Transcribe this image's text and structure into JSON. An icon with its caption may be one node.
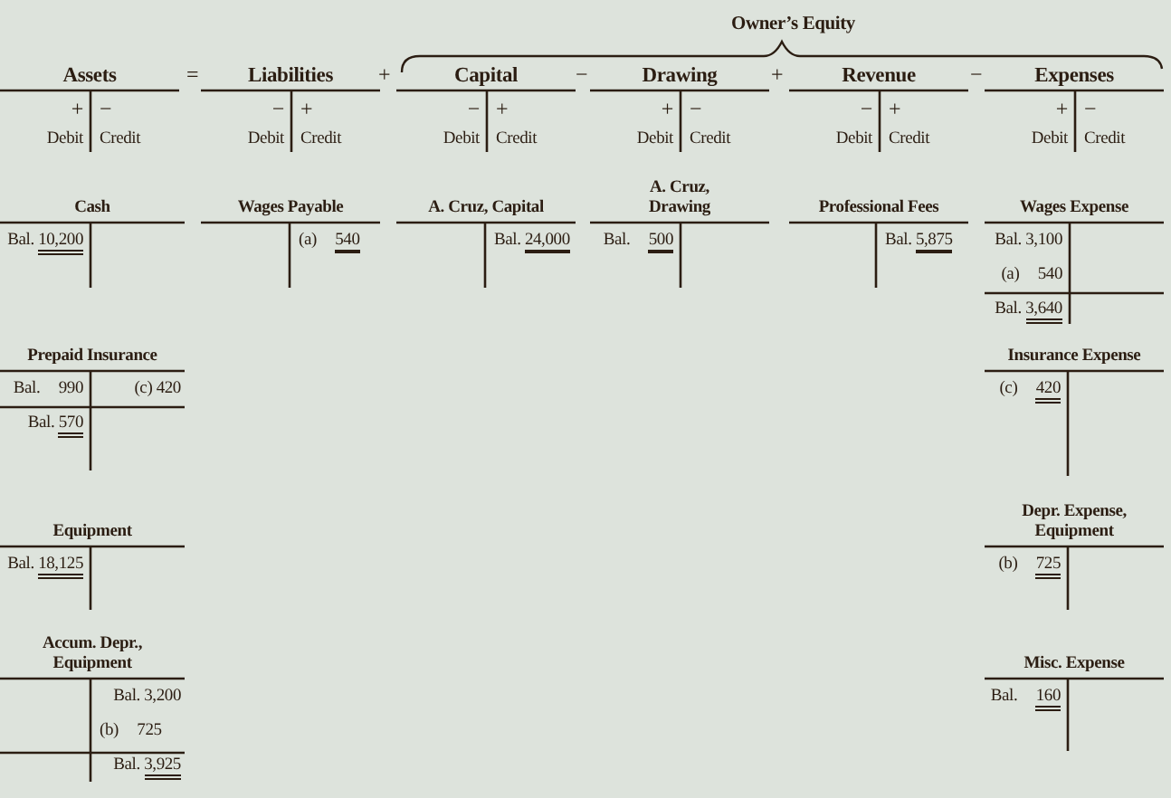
{
  "diagram": {
    "nodes": [
      {
        "text": [
          "Assets",
          "+",
          "−",
          "Debit",
          "Credit"
        ]
      },
      {
        "text": [
          "Liabilities",
          "−",
          "+",
          "Debit",
          "Credit"
        ]
      },
      {
        "text": [
          "Capital",
          "−",
          "+",
          "Debit",
          "Credit"
        ]
      },
      {
        "text": [
          "Drawing",
          "+",
          "−",
          "Debit",
          "Credit"
        ]
      },
      {
        "text": [
          "Revenue",
          "−",
          "+",
          "Debit",
          "Credit"
        ]
      },
      {
        "text": [
          "Expenses",
          "+",
          "−",
          "Debit",
          "Credit"
        ]
      },
      {
        "text": [
          "Cash",
          "Bal. 10,200"
        ]
      },
      {
        "text": [
          "Wages Payable",
          "(a) 540"
        ]
      },
      {
        "text": [
          "A. Cruz, Capital",
          "Bal. 24,000"
        ]
      },
      {
        "text": [
          "A. Cruz, Drawing",
          "Bal. 500"
        ]
      },
      {
        "text": [
          "Professional Fees",
          "Bal. 5,875"
        ]
      },
      {
        "text": [
          "Wages Expense",
          "Bal. 3,100",
          "(a) 540",
          "Bal. 3,640"
        ]
      },
      {
        "text": [
          "Prepaid Insurance",
          "Bal. 990",
          "(c) 420",
          "Bal. 570"
        ]
      },
      {
        "text": [
          "Insurance Expense",
          "(c) 420"
        ]
      },
      {
        "text": [
          "Equipment",
          "Bal. 18,125"
        ]
      },
      {
        "text": [
          "Depr. Expense, Equipment",
          "(b) 725"
        ]
      },
      {
        "text": [
          "Accum. Depr., Equipment",
          "Bal. 3,200",
          "(b) 725",
          "Bal. 3,925"
        ]
      },
      {
        "text": [
          "Misc. Expense",
          "Bal. 160"
        ]
      }
    ],
    "edges": [],
    "labels": [
      "Owner’s Equity",
      "=",
      "+",
      "−",
      "+",
      "−"
    ]
  }
}
